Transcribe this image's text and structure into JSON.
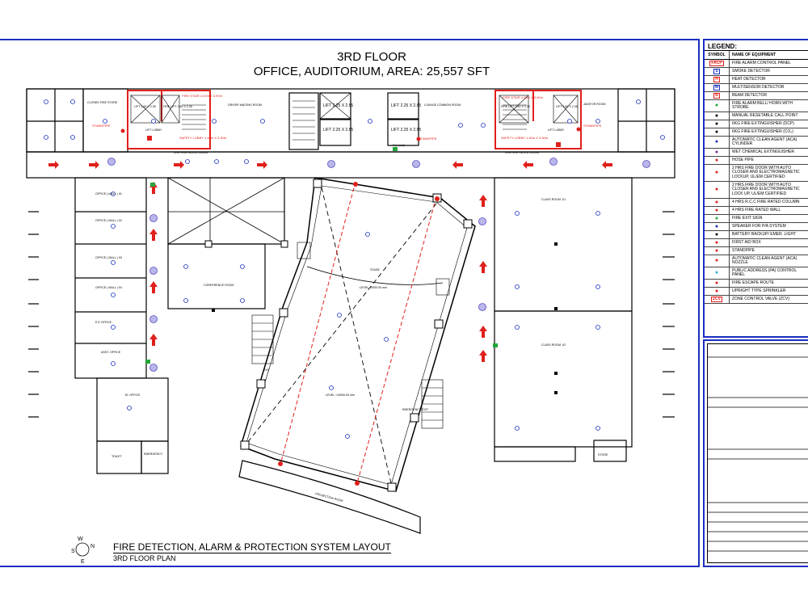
{
  "header": {
    "title": "3RD FLOOR",
    "subtitle": "OFFICE, AUDITORIUM, AREA: 25,557 SFT"
  },
  "footer": {
    "title": "FIRE DETECTION, ALARM & PROTECTION SYSTEM LAYOUT",
    "subtitle": "3RD FLOOR PLAN",
    "compass": [
      "W",
      "N",
      "S",
      "E"
    ]
  },
  "legend": {
    "title": "LEGEND:",
    "col_symbol": "SYMBOL",
    "col_name": "NAME OF EQUIPMENT",
    "items": [
      {
        "icon": "facp-icon",
        "symbol_text": "FACP",
        "name": "FIRE ALARM CONTROL PANEL",
        "color": "#e0201c"
      },
      {
        "icon": "smoke-detector-icon",
        "symbol_text": "S",
        "name": "SMOKE DETECTOR",
        "color": "#1a2fbf"
      },
      {
        "icon": "heat-detector-icon",
        "symbol_text": "H",
        "name": "HEAT DETECTOR",
        "color": "#e0201c"
      },
      {
        "icon": "multisensor-detector-icon",
        "symbol_text": "M",
        "name": "MULTISENSOR DETECTOR",
        "color": "#1a2fbf"
      },
      {
        "icon": "beam-detector-icon",
        "symbol_text": "B",
        "name": "BEAM DETECTOR",
        "color": "#e0201c"
      },
      {
        "icon": "alarm-bell-icon",
        "symbol_text": "",
        "name": "FIRE ALARM BELL/ HORN WITH STROBE",
        "color": "#22a63a"
      },
      {
        "icon": "call-point-icon",
        "symbol_text": "",
        "name": "MANUAL RESETABLE CALL POINT",
        "color": "#000000"
      },
      {
        "icon": "dcp-extinguisher-icon",
        "symbol_text": "",
        "name": "6KG FIRE EXTINGUISHER (DCP)",
        "color": "#000000"
      },
      {
        "icon": "co2-extinguisher-icon",
        "symbol_text": "",
        "name": "6KG FIRE EXTINGUISHER (CO₂)",
        "color": "#000000"
      },
      {
        "icon": "clean-agent-cylinder-icon",
        "symbol_text": "",
        "name": "AUTOMATIC CLEAN AGENT (ACA) CYLINDER",
        "color": "#1a2fbf"
      },
      {
        "icon": "wet-chemical-extinguisher-icon",
        "symbol_text": "",
        "name": "WET CHEMICAL EXTINGUISHER",
        "color": "#7a2a9a"
      },
      {
        "icon": "hose-pipe-icon",
        "symbol_text": "",
        "name": "HOSE PIPE",
        "color": "#e0201c"
      },
      {
        "icon": "fire-door-ul-icon",
        "symbol_text": "",
        "name": "2 HRS FIRE DOOR WITH AUTO CLOSER AND ELECTROMAGNETIC LOCKUP, UL/EM CERTIFIED",
        "color": "#e0201c"
      },
      {
        "icon": "fire-door-double-icon",
        "symbol_text": "",
        "name": "2 HRS FIRE DOOR WITH AUTO CLOSER AND ELECTROMAGNETIC LOCK UP, UL/EM CERTIFIED",
        "color": "#e0201c"
      },
      {
        "icon": "rcc-column-icon",
        "symbol_text": "",
        "name": "4 HRS R.C.C FIRE RATED COLUMN",
        "color": "#e0201c"
      },
      {
        "icon": "fire-rated-wall-icon",
        "symbol_text": "",
        "name": "4 HRS FIRE RATED WALL",
        "color": "#e0201c"
      },
      {
        "icon": "exit-sign-icon",
        "symbol_text": "",
        "name": "FIRE EXIT SIGN",
        "color": "#22a63a"
      },
      {
        "icon": "speaker-icon",
        "symbol_text": "",
        "name": "SPEAKER FOR P/A SYSTEM",
        "color": "#1a2fbf"
      },
      {
        "icon": "emergency-light-icon",
        "symbol_text": "",
        "name": "BATTERY BACKUP/ EMER. LIGHT",
        "color": "#000000"
      },
      {
        "icon": "first-aid-icon",
        "symbol_text": "",
        "name": "FIRST AID BOX",
        "color": "#e0201c"
      },
      {
        "icon": "standpipe-icon",
        "symbol_text": "",
        "name": "STANDPIPE",
        "color": "#e0201c"
      },
      {
        "icon": "clean-agent-nozzle-icon",
        "symbol_text": "",
        "name": "AUTOMATIC CLEAN AGENT (ACA) NOZZLE",
        "color": "#e0201c"
      },
      {
        "icon": "pa-panel-icon",
        "symbol_text": "",
        "name": "PUBLIC ADDRESS (PA) CONTROL PANEL",
        "color": "#2ab0d8"
      },
      {
        "icon": "escape-route-icon",
        "symbol_text": "",
        "name": "FIRE ESCAPE ROUTE",
        "color": "#e0201c"
      },
      {
        "icon": "sprinkler-icon",
        "symbol_text": "",
        "name": "UPRIGHT TYPE SPRINKLER",
        "color": "#e0201c"
      },
      {
        "icon": "zone-valve-icon",
        "symbol_text": "ZCV",
        "name": "ZONE CONTROL VALVE (ZCV)",
        "color": "#e0201c"
      }
    ]
  },
  "rooms": {
    "closed_fire_store": "CLOSED FIRE STORE",
    "lift_left_1": "LIFT 2.60 X 2.35",
    "fire_lift_left": "FIRE LIFT 2.60 X 2.35",
    "fire_stair_left": "FIRE STAIR 4.32m X 3.90m",
    "lift_lobby_left": "LIFT LOBBY",
    "safety_lobby_left": "SAFETY LOBBY 1.40m X 3.30m",
    "fire_rated_glass_left": "2HR FIRE RATED GLASS",
    "driver_waiting": "DRIVER WAITING ROOM",
    "lift_center_1": "LIFT 2.25 X 2.65",
    "lift_center_2": "LIFT 2.25 X 2.65",
    "lift_center_3": "LIFT 2.25 X 2.65",
    "lift_center_4": "LIFT 2.25 X 2.65",
    "lounge": "LOUNGE COMMON ROOM",
    "fire_stair_right": "FIRE STAIR 4.32m X 3.90m",
    "fire_lift_right": "FIRE LIFT 2.60 X 2.35",
    "lift_right": "LIFT 2.60 X 2.35",
    "lift_lobby_right": "LIFT LOBBY",
    "safety_lobby_right": "SAFETY LOBBY 1.40m X 3.30m",
    "fire_rated_glass_right": "2HR FIRE RATED GLASS",
    "janitor": "JANITOR ROOM",
    "standpipe": "STANDPIPE",
    "fire_hoist": "Fire hoist",
    "office_1": "OFFICE ( MALL ) 01",
    "office_2": "OFFICE ( MALL ) 02",
    "office_3": "OFFICE ( MALL ) 03",
    "office_4": "OFFICE ( MALL ) 04",
    "eng_office": "E.E OFFICE",
    "asst_office": "ASST. OFFICE",
    "el_office": "EL OFFICE",
    "toilet": "TOILET",
    "emergency_bottom": "EMERGENCY",
    "conference": "CONFERENCE ROOM",
    "stage": "STAGE",
    "stage_level": "LEVEL +0000.00 mm",
    "auditorium_level": "LEVEL +10000.00 mm",
    "exit": "EXIT",
    "emergency_exit": "EMERGENCY EXIT",
    "projection": "PROJECTION ROOM",
    "classroom_1": "CLASS ROOM -01",
    "classroom_2": "CLASS ROOM -02",
    "store": "STORE"
  }
}
